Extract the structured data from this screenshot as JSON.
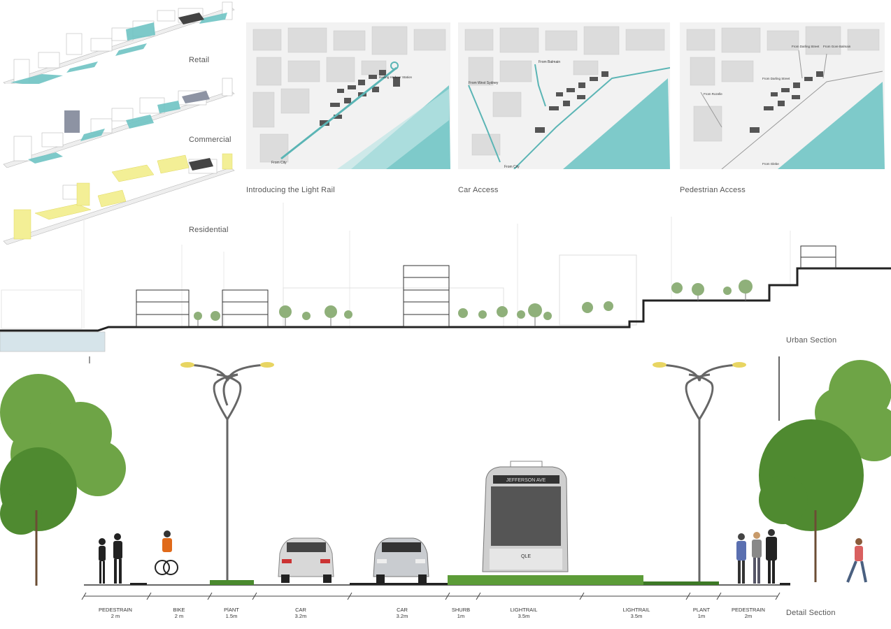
{
  "axo_labels": {
    "retail": "Retail",
    "commercial": "Commercial",
    "residential": "Residential"
  },
  "map_panels": [
    {
      "caption": "Introducing the Light Rail",
      "notes": [
        "From City",
        "Darling Harbour Station"
      ]
    },
    {
      "caption": "Car Access",
      "notes": [
        "From West Sydney",
        "From Balmain",
        "From City"
      ]
    },
    {
      "caption": "Pedestrian Access",
      "notes": [
        "From Darling Street",
        "From Gore Balmain",
        "From Rozelle",
        "From Darling Street",
        "From Glebe"
      ]
    }
  ],
  "urban_section": {
    "label": "Urban Section"
  },
  "detail_section": {
    "label": "Detail Section",
    "tram_sign": "JEFFERSON AVE",
    "tram_logo": "QLE",
    "segments": [
      {
        "name": "PEDESTRAIN",
        "width": "2 m"
      },
      {
        "name": "BIKE",
        "width": "2 m"
      },
      {
        "name": "PlANT",
        "width": "1.5m"
      },
      {
        "name": "CAR",
        "width": "3.2m"
      },
      {
        "name": "CAR",
        "width": "3.2m"
      },
      {
        "name": "SHURB",
        "width": "1m"
      },
      {
        "name": "LIGHTRAIL",
        "width": "3.5m"
      },
      {
        "name": "LIGHTRAIL",
        "width": "3.5m"
      },
      {
        "name": "PLANT",
        "width": "1m"
      },
      {
        "name": "PEDESTRAIN",
        "width": "2m"
      }
    ]
  },
  "colors": {
    "teal": "#6fc4c4",
    "yellow": "#f3ef96",
    "slate": "#8d93a3",
    "grass": "#4a8a2e",
    "tree": "#5f9a3a"
  }
}
